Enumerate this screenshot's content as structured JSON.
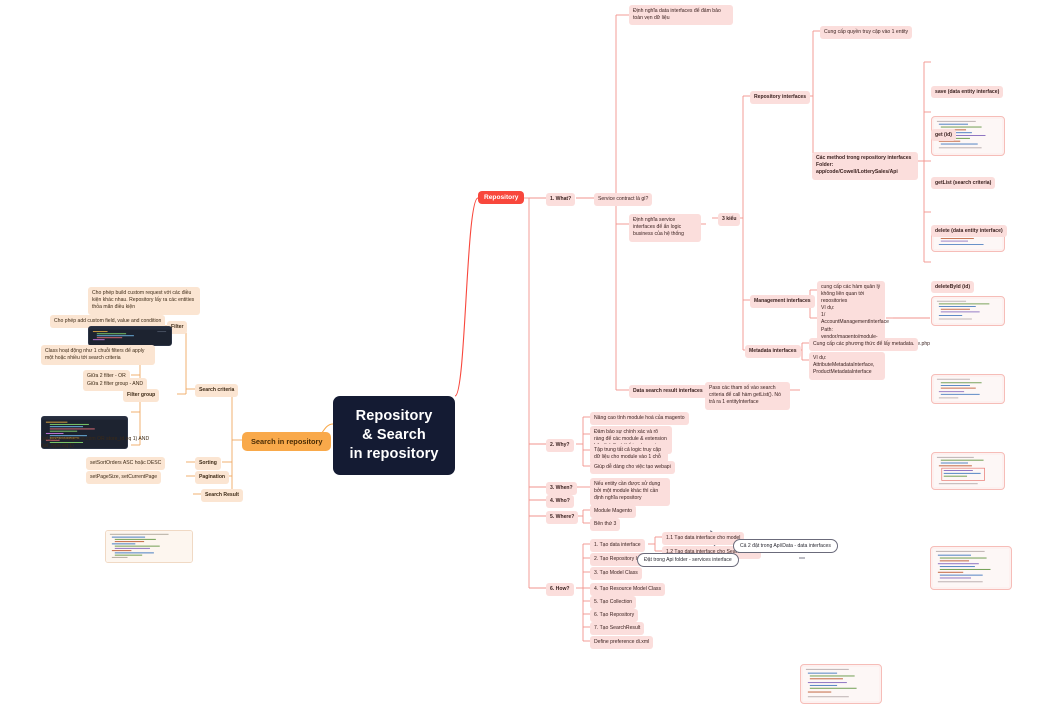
{
  "central": {
    "line1": "Repository & Search",
    "line2": "in repository"
  },
  "root_badges": {
    "repository": "Repository",
    "search_in_repository": "Search in repository"
  },
  "left": {
    "search_criteria": "Search criteria",
    "filter": "Filter",
    "filter_group": "Filter group",
    "sorting": "Sorting",
    "pagination": "Pagination",
    "search_result": "Search Result",
    "filter_desc": "Cho phép build custom request với các điều kiện khác nhau. Repository lấy ra các entities thỏa mãn điều kiện",
    "filter_add": "Cho phép add custom field, value and condition",
    "filter_group_desc": "Class hoạt động như 1 chuỗi filters để apply một hoặc nhiều tới search criteria",
    "filter_group_rule_1": "Giữa 2 filter - OR",
    "filter_group_rule_2": "Giữa 2 filter group - AND",
    "filter_group_example": "(url_like %magento.com OR store_id eq 1) AND (url_type eq 1)",
    "sorting_desc": "setSortOrders ASC hoặc DESC",
    "pagination_desc": "setPageSize, setCurrentPage"
  },
  "right": {
    "q1": "1. What?",
    "q1_child": "Service contract là gì?",
    "q1_data_interfaces": "Định nghĩa data interfaces để đảm bảo toàn vẹn dữ liệu",
    "q1_service_interfaces": "Định nghĩa service interfaces để ẩn logic business của hệ thống",
    "kinds": "3 kiểu",
    "repository_interfaces": "Repository interfaces",
    "repo_access": "Cung cấp quyền truy cập vào 1 entity",
    "repo_methods_line1": "Các method trong repository interfaces",
    "repo_methods_line2": "Folder: app/code/Cowell/LotterySales/Api",
    "methods": [
      "save (data entity interface)",
      "get (id)",
      "getList (search criteria)",
      "delete (data entity interface)",
      "deleteById (id)"
    ],
    "management_interfaces": "Management interfaces",
    "management_desc": "cung cấp các hàm quản lý không liên quan tới repositories",
    "management_example_l1": "Ví dụ:",
    "management_example_l2": "1/ AccountManagementInterface",
    "management_example_l3": "Path: vendor/magento/module-",
    "management_example_l4": "customer/Api/AccountManagementInterface.php",
    "metadata_interfaces": "Metadata interfaces",
    "metadata_desc": "Cung cấp các phương thức để lấy metadata.",
    "metadata_example_l1": "Ví dụ: AttributeMetadataInterface,",
    "metadata_example_l2": "ProductMetadataInterface",
    "data_search_result": "Data search result interfaces",
    "data_search_result_desc": "Pass các tham số vào search criteria để call hàm getList(). Nó trả ra 1 entityInterface",
    "q2": "2. Why?",
    "q2_items": [
      "Nâng cao tính module hoá của magento",
      "Đảm bảo sự chính xác và rõ ràng để các module & extension bên thứ 3 có thể implement",
      "Tập trung tất cả logic truy cập dữ liệu cho module vào 1 chỗ",
      "Giúp dễ dàng cho việc tạo webapi"
    ],
    "q3": "3. When?",
    "q3_item": "Nếu entity cần được sử dụng bởi một module khác thì cần định nghĩa repository",
    "q4": "4. Who?",
    "q5": "5. Where?",
    "q5_items": [
      "Module Magento",
      "Bên thứ 3"
    ],
    "q6": "6. How?",
    "q6_items": [
      "1. Tạo data interface",
      "2. Tạo Repository Interface",
      "3. Tạo Model Class",
      "4. Tạo Resource Model Class",
      "5. Tạo Collection",
      "6. Tạo Repository",
      "7. Tạo SearchResult",
      "Define preference di.xml"
    ],
    "q6_sub1": "1.1 Tạo data interface cho model",
    "q6_sub2": "1.2 Tạo data interface cho SearchResult",
    "callout_data": "Cả 2 đặt trong Api\\Data - data interfaces",
    "callout_services": "Đặt trong Api folder - services interface"
  },
  "colors": {
    "central_bg": "#141b33",
    "red_badge": "#f8473c",
    "orange_badge": "#f9a94a",
    "pink_topic": "#fbdedc",
    "peach_topic": "#fbe5d2",
    "link_red": "#f07a73",
    "link_orange": "#f0a963",
    "code_dark": "#1d2330"
  }
}
